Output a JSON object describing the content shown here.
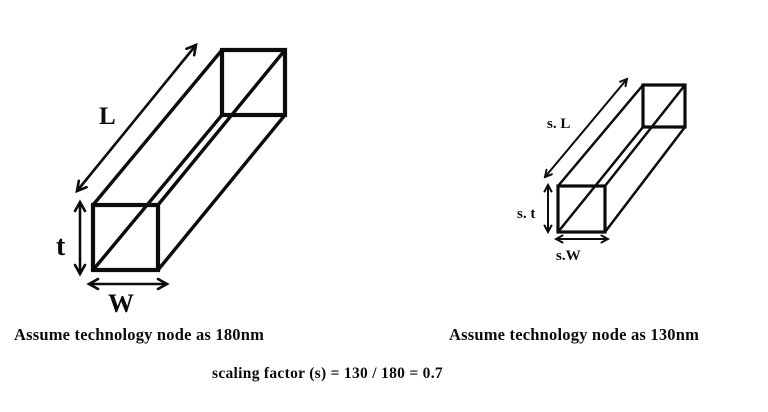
{
  "page": {
    "background": "#ffffff",
    "ink": "#0c0c0c"
  },
  "figures": {
    "left": {
      "caption": "Assume technology node as 180nm",
      "labels": {
        "length": "L",
        "thickness": "t",
        "width": "W"
      }
    },
    "right": {
      "caption": "Assume technology node as 130nm",
      "labels": {
        "length": "s. L",
        "thickness": "s. t",
        "width": "s.W"
      }
    }
  },
  "formula": "scaling factor (s) = 130 / 180 = 0.7"
}
